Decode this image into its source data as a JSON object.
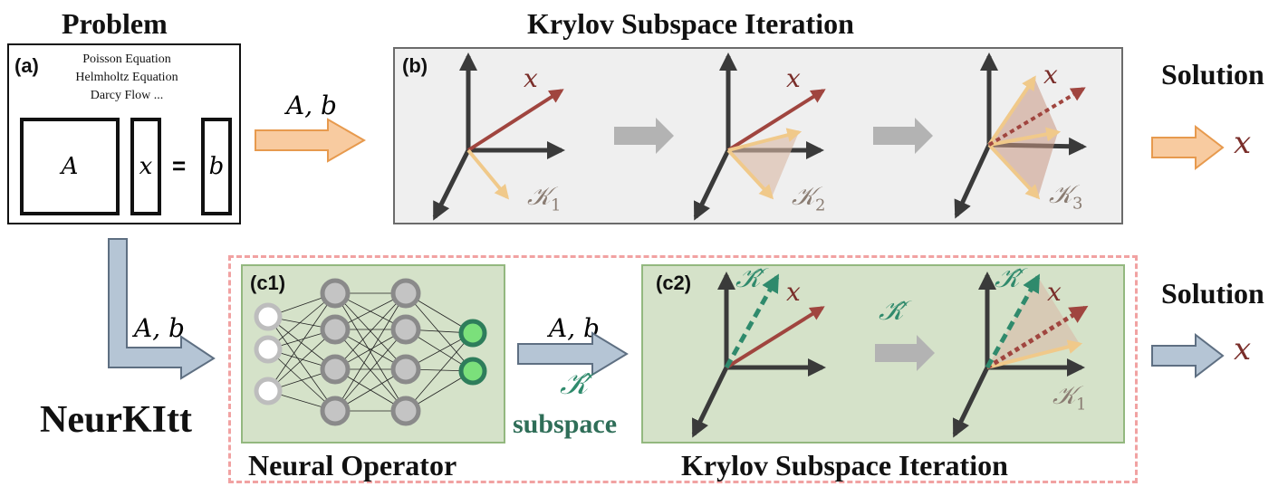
{
  "colors": {
    "krylov_arrow_fill": "#f8cba0",
    "krylov_arrow_stroke": "#e79a4e",
    "neural_arrow_fill": "#b5c5d5",
    "neural_arrow_stroke": "#5e6f82",
    "panel_green": "#d5e2c9",
    "panel_grey": "#efefef",
    "dashed_frame": "#f1a2a2",
    "x_vector": "#a0453f",
    "krylov_vector": "#f0c98a",
    "subspace_vector": "#2f8a6c"
  },
  "problem": {
    "title": "Problem",
    "panel_label": "(a)",
    "equations": [
      "Poisson Equation",
      "Helmholtz Equation",
      "Darcy Flow ..."
    ],
    "matrix": "A",
    "vector": "x",
    "equals": "=",
    "rhs": "b"
  },
  "krylov_top": {
    "title": "Krylov Subspace Iteration",
    "panel_label": "(b)",
    "x_labels": [
      "x",
      "x",
      "x"
    ],
    "k_labels": [
      {
        "letter": "𝒦",
        "sub": "1"
      },
      {
        "letter": "𝒦",
        "sub": "2"
      },
      {
        "letter": "𝒦",
        "sub": "3"
      }
    ]
  },
  "input_label_top": "A, b",
  "solution_top": {
    "label": "Solution",
    "symbol": "x"
  },
  "neurkitt": {
    "title": "NeurKItt",
    "input_label": "A, b"
  },
  "neural_operator": {
    "panel_label": "(c1)",
    "title": "Neural Operator"
  },
  "middle_arrow": {
    "label": "A, b",
    "khat": "𝒦̂",
    "subspace": "subspace"
  },
  "krylov_bottom": {
    "panel_label": "(c2)",
    "title": "Krylov Subspace Iteration",
    "khat_labels": [
      "𝒦̂",
      "𝒦̂",
      "𝒦̂"
    ],
    "x_labels": [
      "x",
      "x"
    ],
    "k_label": {
      "letter": "𝒦",
      "sub": "1"
    }
  },
  "solution_bottom": {
    "label": "Solution",
    "symbol": "x"
  }
}
